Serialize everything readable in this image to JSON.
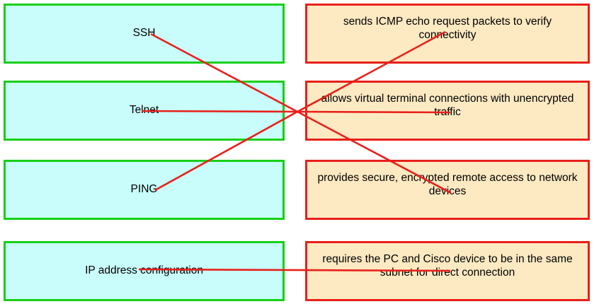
{
  "exercise": {
    "type": "matching-diagram",
    "title": "Protocol to description matching",
    "colors": {
      "term_border": "#18d018",
      "term_fill": "#c8fdfb",
      "definition_border": "#e8201a",
      "definition_fill": "#fde9c2",
      "connector": "#e8201a",
      "text": "#000000",
      "background": "#ffffff"
    }
  },
  "terms": [
    {
      "id": "term-ssh",
      "label": "SSH"
    },
    {
      "id": "term-telnet",
      "label": "Telnet"
    },
    {
      "id": "term-ping",
      "label": "PING"
    },
    {
      "id": "term-ipaddr",
      "label": "IP address configuration"
    }
  ],
  "definitions": [
    {
      "id": "def-icmp",
      "label": "sends ICMP echo request packets to verify connectivity"
    },
    {
      "id": "def-telnet",
      "label": "allows virtual terminal connections with unencrypted traffic"
    },
    {
      "id": "def-ssh",
      "label": "provides secure, encrypted remote access to network devices"
    },
    {
      "id": "def-subnet",
      "label": "requires the PC and Cisco device to be in the same subnet for direct connection"
    }
  ],
  "connections": [
    {
      "id": "link-ssh-to-secure",
      "from": "term-ssh",
      "to": "def-ssh"
    },
    {
      "id": "link-telnet-to-virtual",
      "from": "term-telnet",
      "to": "def-telnet"
    },
    {
      "id": "link-ping-to-icmp",
      "from": "term-ping",
      "to": "def-icmp"
    },
    {
      "id": "link-ipaddr-to-subnet",
      "from": "term-ipaddr",
      "to": "def-subnet"
    }
  ]
}
